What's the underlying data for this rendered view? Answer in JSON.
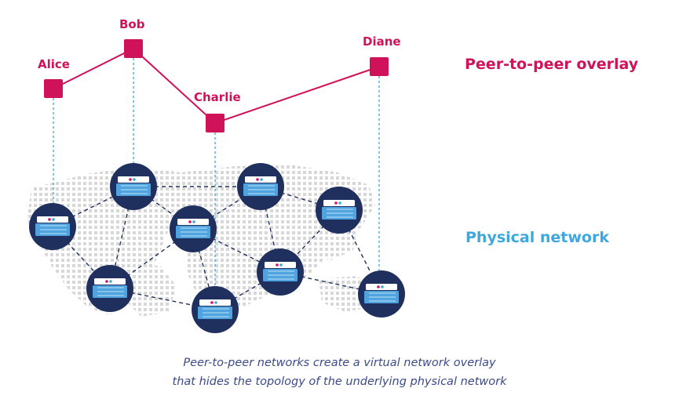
{
  "overlay": {
    "label": "Peer-to-peer overlay",
    "color": "#d0125a",
    "peers": [
      {
        "name": "Alice"
      },
      {
        "name": "Bob"
      },
      {
        "name": "Charlie"
      },
      {
        "name": "Diane"
      }
    ]
  },
  "physical": {
    "label": "Physical network",
    "color": "#3ea8dc",
    "node_color": "#1f2f5e",
    "server_color": "#4fa3de"
  },
  "caption": {
    "line1": "Peer-to-peer networks create a virtual network overlay",
    "line2": "that hides the topology of the underlying physical network",
    "color": "#3b4a8a"
  },
  "icons": [
    "server-icon",
    "peer-node-icon",
    "world-map-background"
  ]
}
